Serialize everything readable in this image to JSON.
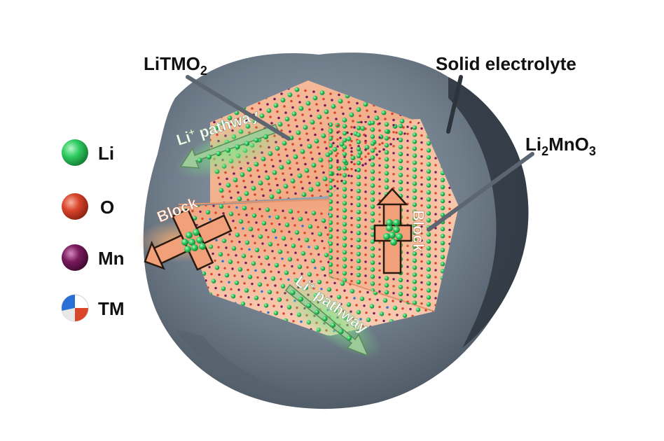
{
  "labels": {
    "litmo2_main": "LiTMO",
    "litmo2_sub": "2",
    "solid_electrolyte": "Solid electrolyte",
    "li2mno3_li": "Li",
    "li2mno3_sub": "2",
    "li2mno3_rest": "MnO",
    "li2mno3_sub2": "3"
  },
  "arrows": {
    "top_pathway_main": "Li",
    "top_pathway_sup": "+",
    "top_pathway_rest": " pathway",
    "bottom_pathway_main": "Li",
    "bottom_pathway_sup": "+",
    "bottom_pathway_rest": " pathway",
    "left_block": "Block",
    "right_block": "Block"
  },
  "legend": [
    {
      "label": "Li",
      "color": "#2ecc60"
    },
    {
      "label": "O",
      "color": "#d9442a"
    },
    {
      "label": "Mn",
      "color": "#7a1a5e"
    },
    {
      "label": "TM",
      "color": "#2a6fd6"
    }
  ],
  "colors": {
    "shell": "#6f7c89",
    "shell_dark": "#3b4550",
    "core_orange": "#f0a880",
    "li_green": "#2ecc60",
    "o_red": "#d9442a",
    "mn_purple": "#7a1a5e",
    "tm_blue": "#2a6fd6",
    "pathway_arrow": "#8fbf8a"
  }
}
